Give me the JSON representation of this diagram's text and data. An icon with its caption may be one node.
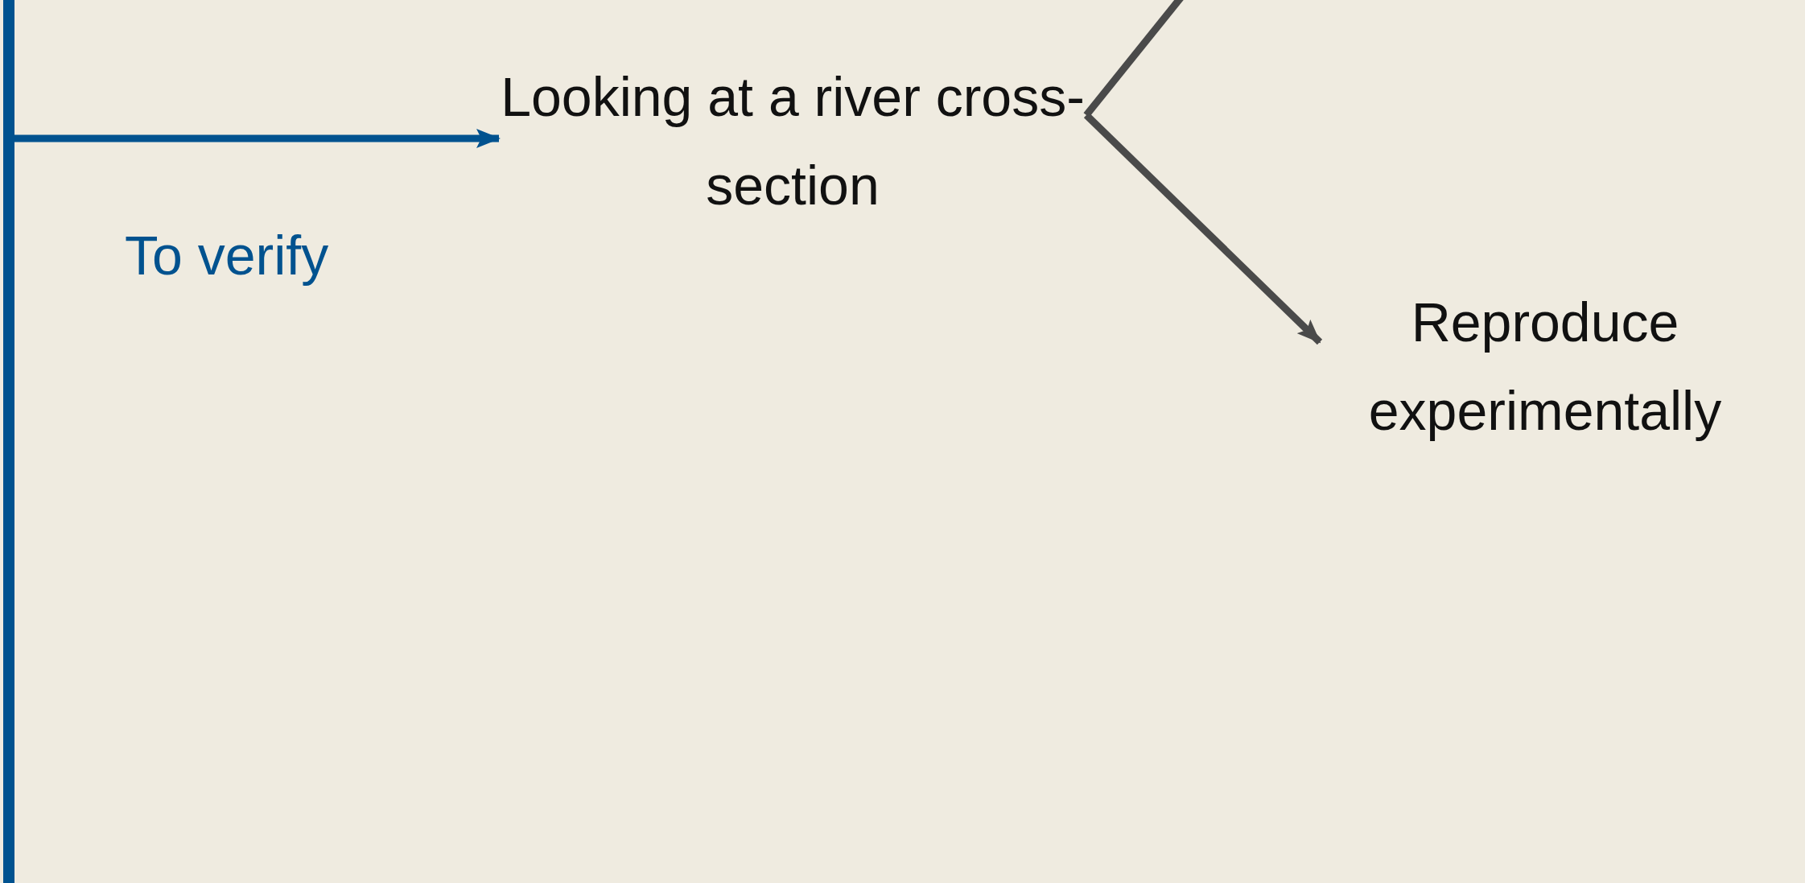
{
  "diagram": {
    "nodes": [
      {
        "text": [],
        "shape": "bar"
      },
      {
        "text": [
          "Looking at a river cross-section"
        ]
      },
      {
        "text": [
          "Reproduce experimentally"
        ]
      }
    ],
    "edges": [
      {
        "from": 0,
        "to": 1,
        "arrow": "to",
        "label": "To verify",
        "color": "#00528f"
      },
      {
        "from": 1,
        "to": null,
        "arrow": "none"
      },
      {
        "from": 1,
        "to": 2,
        "arrow": "to"
      }
    ]
  }
}
